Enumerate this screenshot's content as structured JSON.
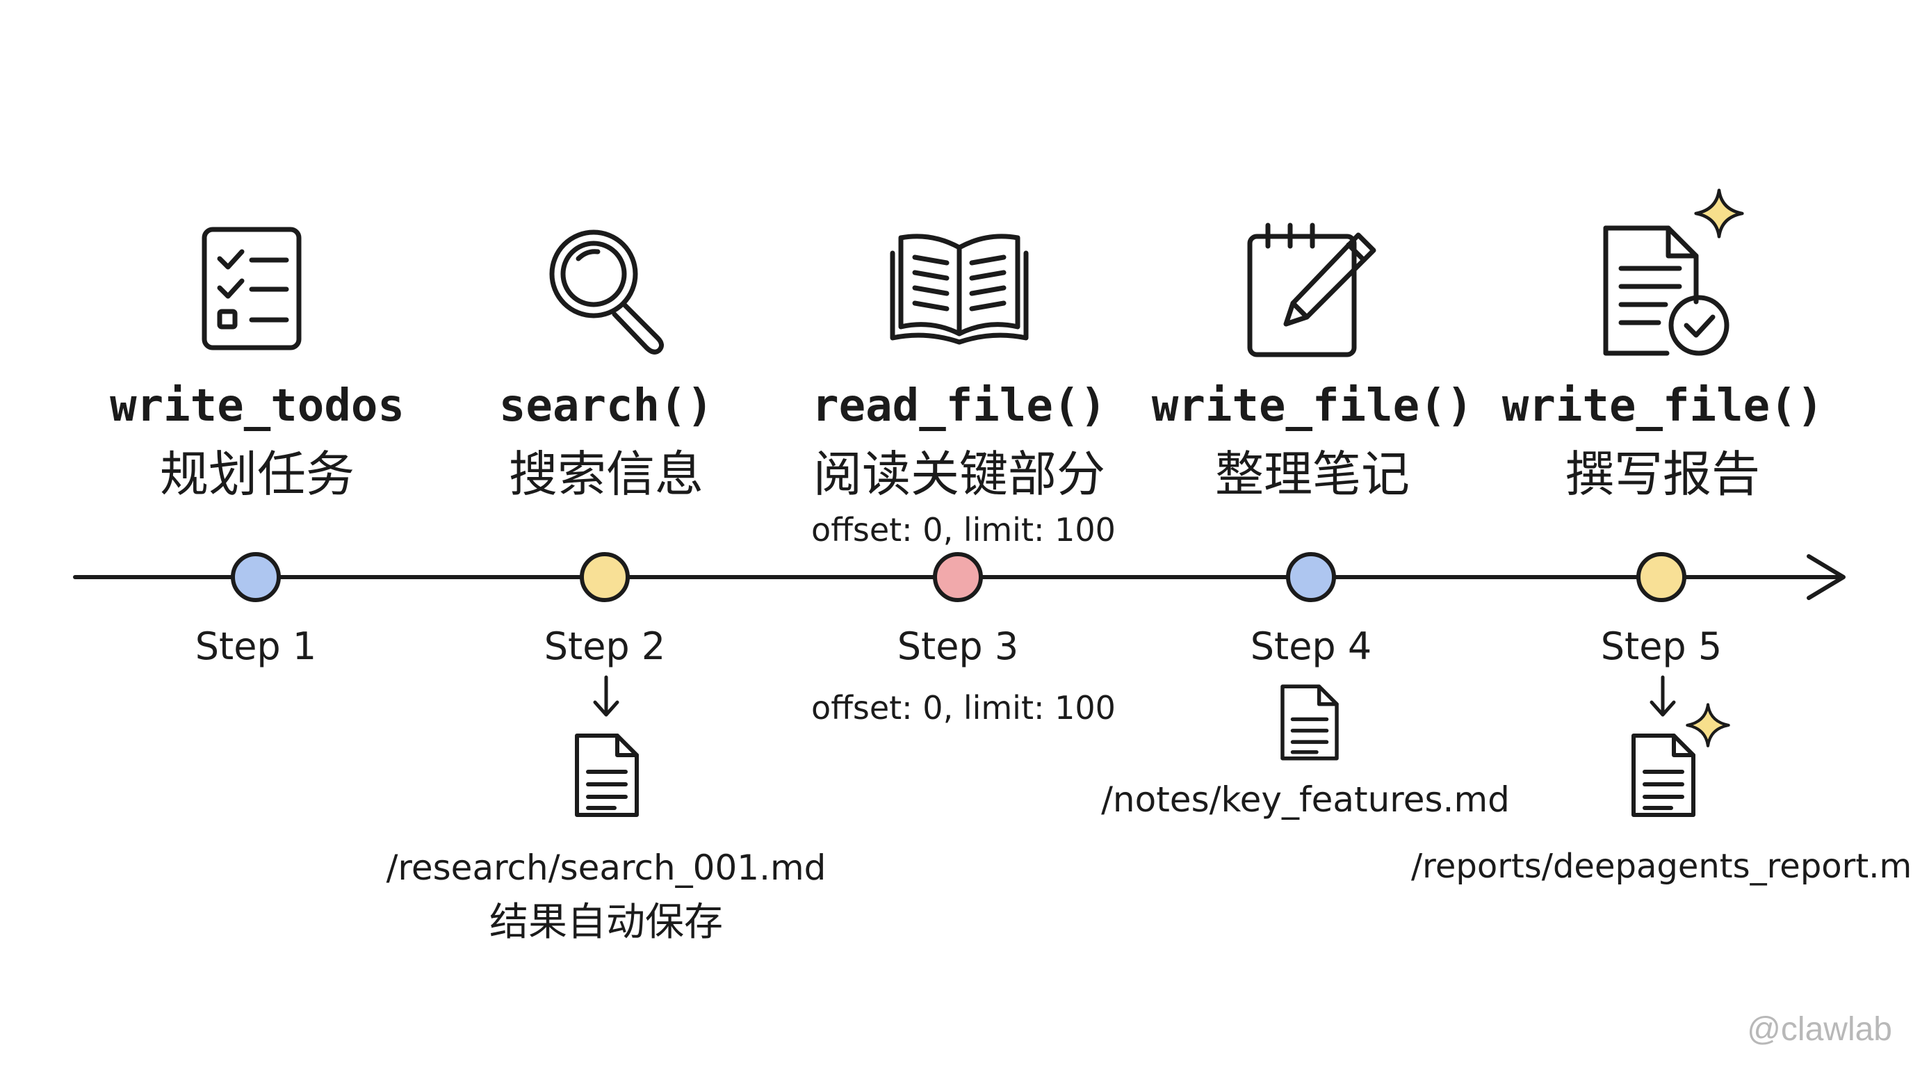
{
  "steps": [
    {
      "function": "write_todos",
      "label": "规划任务",
      "step_label": "Step 1",
      "icon": "checklist-icon",
      "dot_color": "#aec6f0"
    },
    {
      "function": "search()",
      "label": "搜索信息",
      "step_label": "Step 2",
      "icon": "magnifier-icon",
      "dot_color": "#f8e096",
      "file_path": "/research/search_001.md",
      "file_note": "结果自动保存"
    },
    {
      "function": "read_file()",
      "label": "阅读关键部分",
      "step_label": "Step 3",
      "icon": "open-book-icon",
      "dot_color": "#f1a9ab",
      "param_above": "offset: 0, limit: 100",
      "param_below": "offset: 0, limit: 100"
    },
    {
      "function": "write_file()",
      "label": "整理笔记",
      "step_label": "Step 4",
      "icon": "notepad-pencil-icon",
      "dot_color": "#aec6f0",
      "file_path": "/notes/key_features.md"
    },
    {
      "function": "write_file()",
      "label": "撰写报告",
      "step_label": "Step 5",
      "icon": "report-check-icon",
      "dot_color": "#f8e096",
      "file_path": "/reports/deepagents_report.md"
    }
  ],
  "watermark": "@clawlab"
}
